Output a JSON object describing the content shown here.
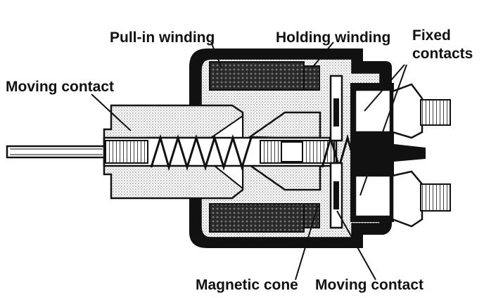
{
  "labels": {
    "pull_in_winding": "Pull-in winding",
    "holding_winding": "Holding winding",
    "fixed_contacts_line1": "Fixed",
    "fixed_contacts_line2": "contacts",
    "moving_contact_left": "Moving contact",
    "magnetic_cone": "Magnetic cone",
    "moving_contact_bottom": "Moving contact"
  },
  "colors": {
    "ink": "#111111",
    "stipple": "#9a9a9a",
    "background": "#ffffff"
  }
}
